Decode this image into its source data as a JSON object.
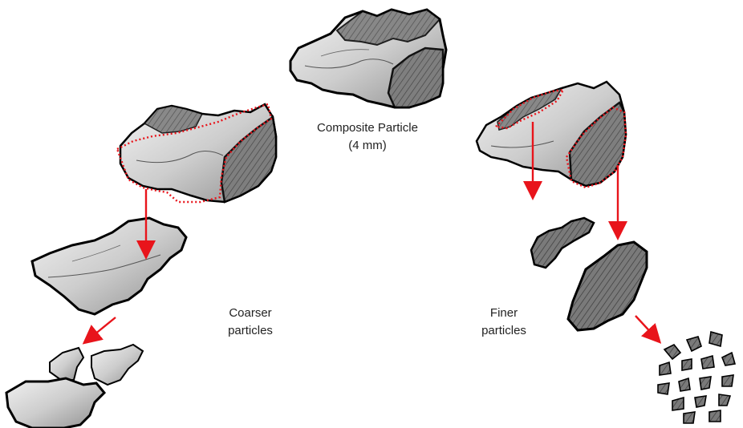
{
  "labels": {
    "composite": {
      "line1": "Composite Particle",
      "line2": "(4 mm)"
    },
    "coarser": {
      "line1": "Coarser",
      "line2": "particles"
    },
    "finer": {
      "line1": "Finer",
      "line2": "particles"
    }
  },
  "colors": {
    "arrow": "#e8141b",
    "outline": "#000000",
    "dashed": "#e8141b",
    "light_fill": "#cfcfcf",
    "dark_fill": "#6a6a6a"
  }
}
